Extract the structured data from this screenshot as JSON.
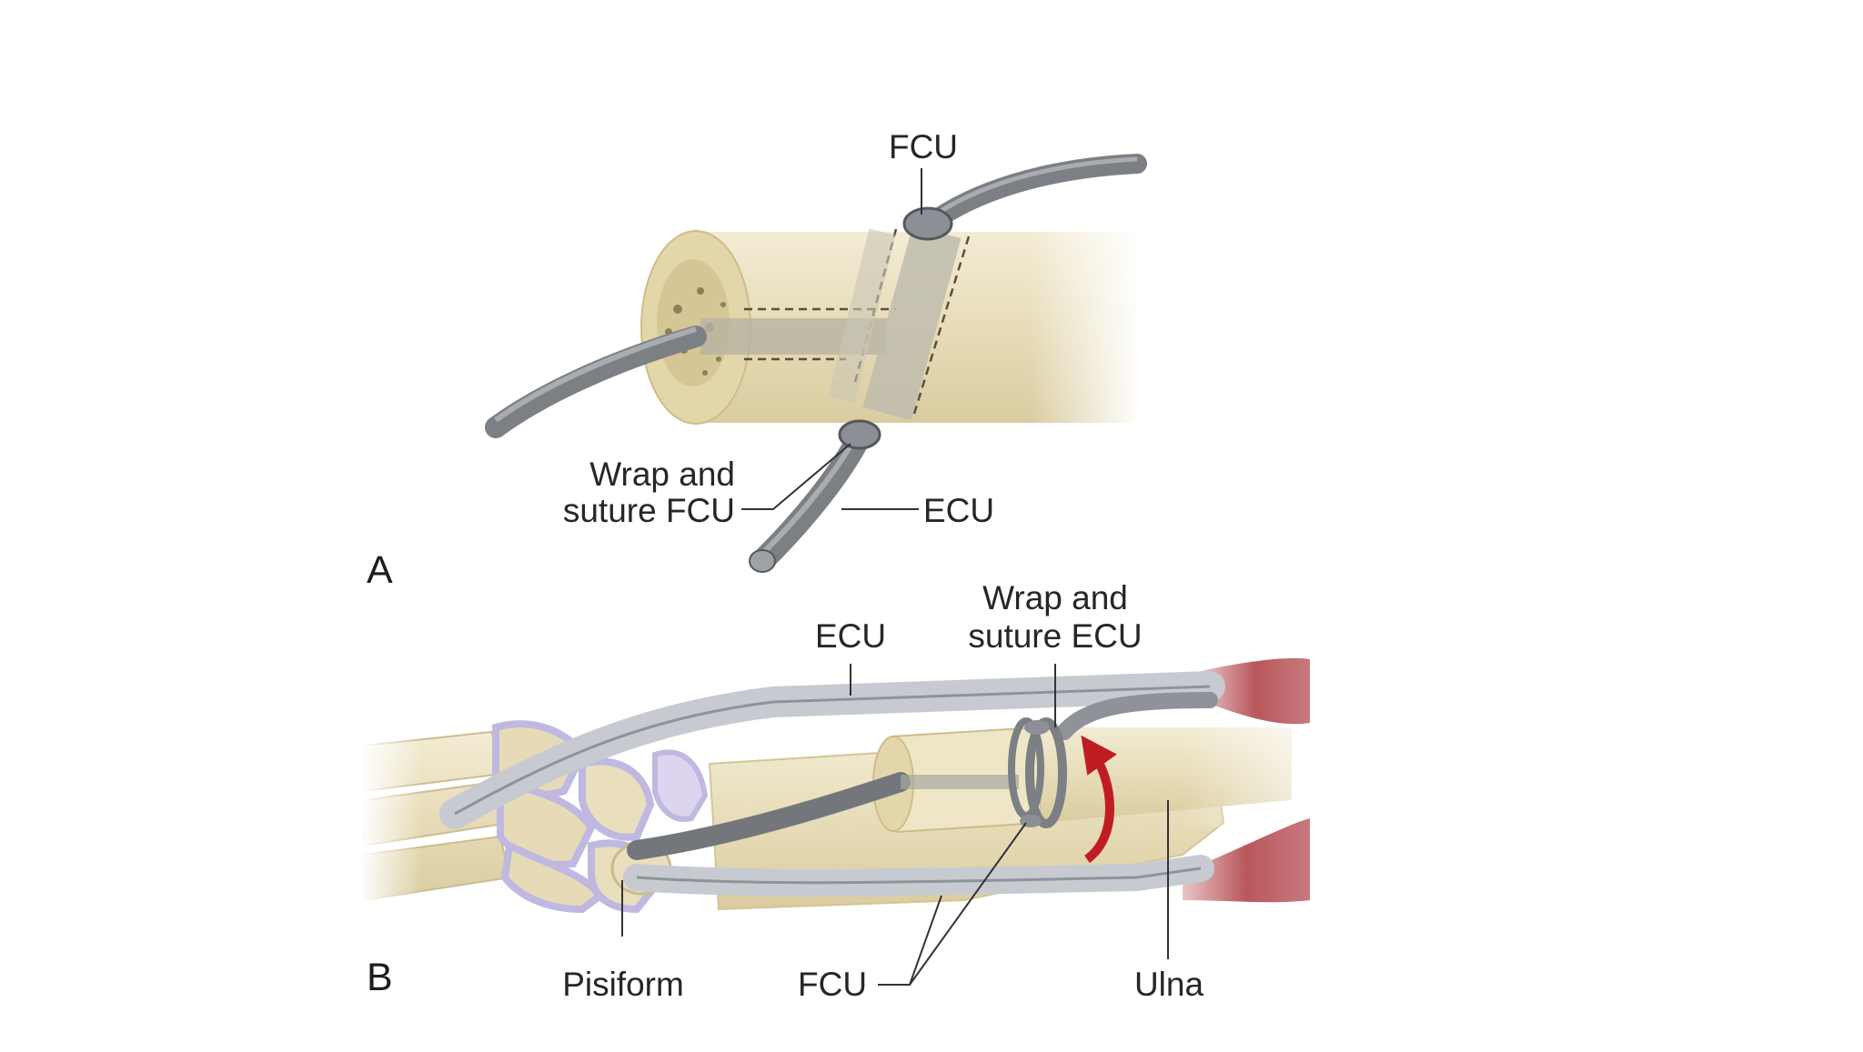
{
  "panel_a": {
    "letter": "A",
    "labels": {
      "fcu_top": "FCU",
      "wrap_line1": "Wrap and",
      "wrap_line2": "suture FCU",
      "ecu": "ECU"
    }
  },
  "panel_b": {
    "letter": "B",
    "labels": {
      "ecu": "ECU",
      "wrap_line1": "Wrap and",
      "wrap_line2": "suture ECU",
      "pisiform": "Pisiform",
      "fcu": "FCU",
      "ulna": "Ulna"
    }
  },
  "colors": {
    "background": "#ffffff",
    "bone": "#e9dfbd",
    "tendon": "#9b9ea3",
    "carpal_cartilage": "#bfb8e0",
    "muscle": "#b5545a",
    "arrow": "#c01d23"
  }
}
